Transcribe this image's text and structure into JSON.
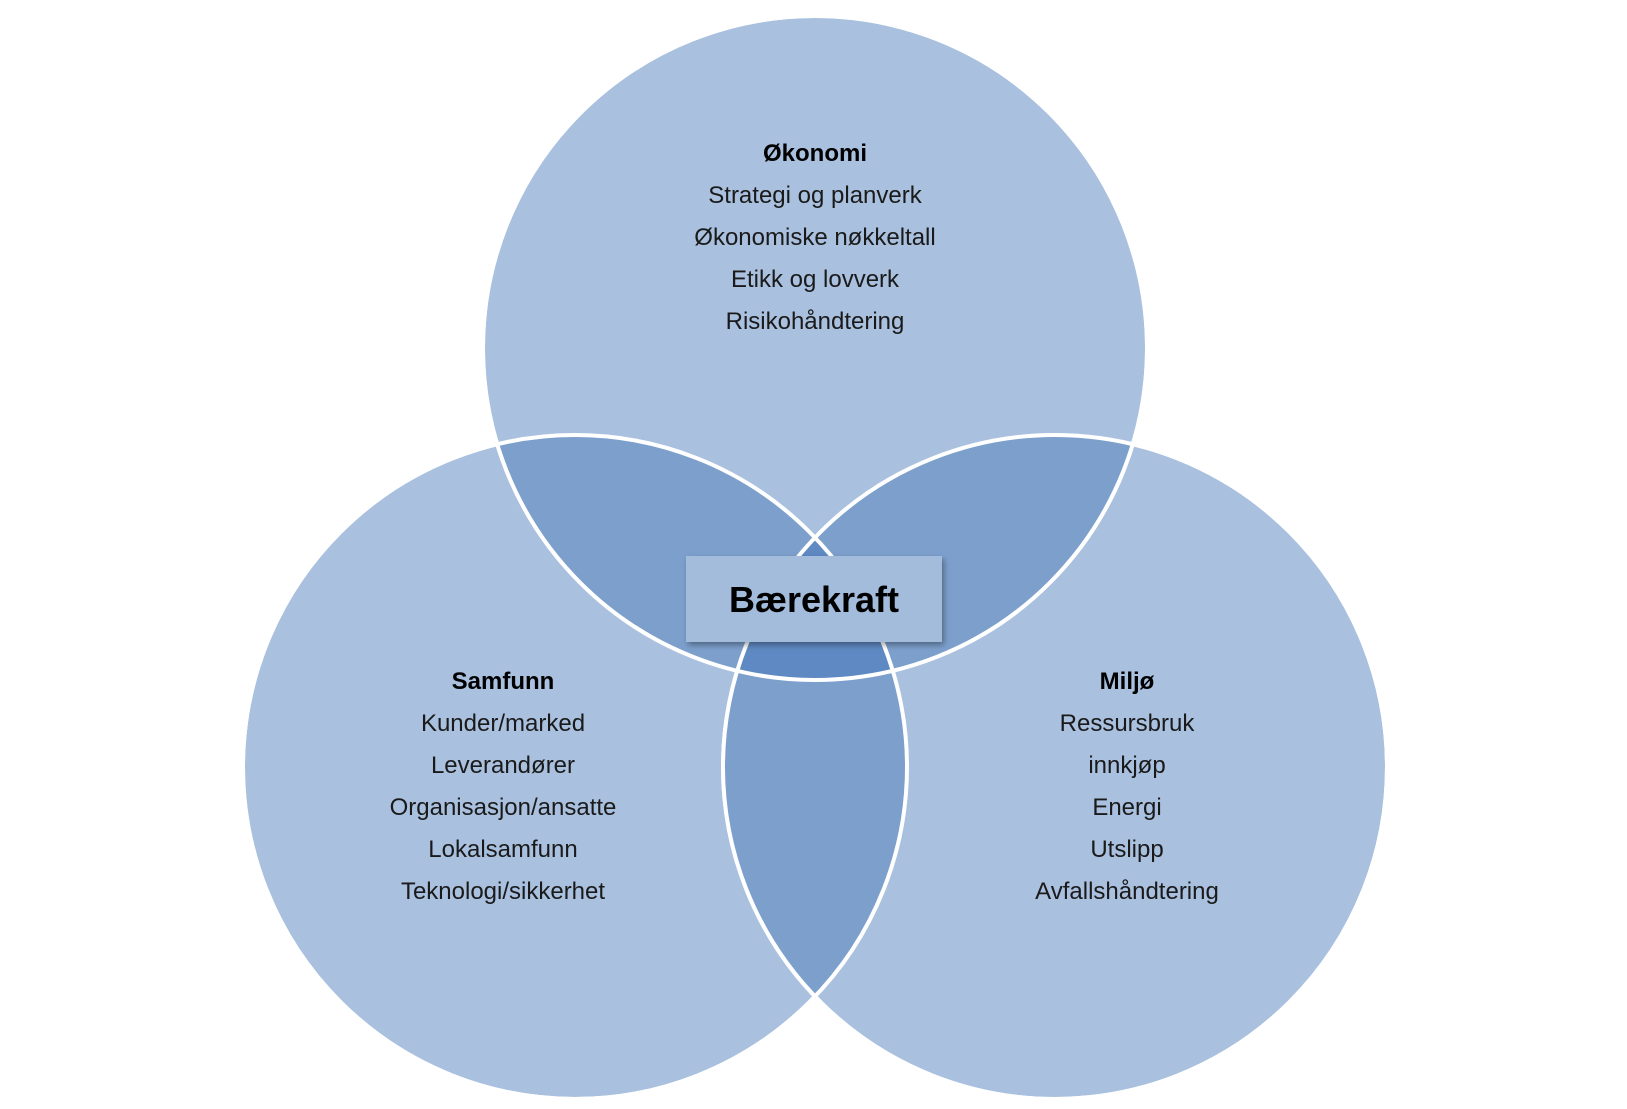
{
  "center": {
    "label": "Bærekraft"
  },
  "circles": [
    {
      "id": "okonomi",
      "heading": "Økonomi",
      "items": [
        "Strategi og planverk",
        "Økonomiske nøkkeltall",
        "Etikk og lovverk",
        "Risikohåndtering"
      ]
    },
    {
      "id": "samfunn",
      "heading": "Samfunn",
      "items": [
        "Kunder/marked",
        "Leverandører",
        "Organisasjon/ansatte",
        "Lokalsamfunn",
        "Teknologi/sikkerhet"
      ]
    },
    {
      "id": "miljo",
      "heading": "Miljø",
      "items": [
        "Ressursbruk",
        "innkjøp",
        "Energi",
        "Utslipp",
        "Avfallshåndtering"
      ]
    }
  ],
  "colors": {
    "circle_fill": "#a9c0df",
    "overlap_fill": "#7c9fcc",
    "center_overlap_fill": "#5e89c2",
    "circle_stroke": "#ffffff",
    "center_box_fill": "#a3bcdc"
  }
}
